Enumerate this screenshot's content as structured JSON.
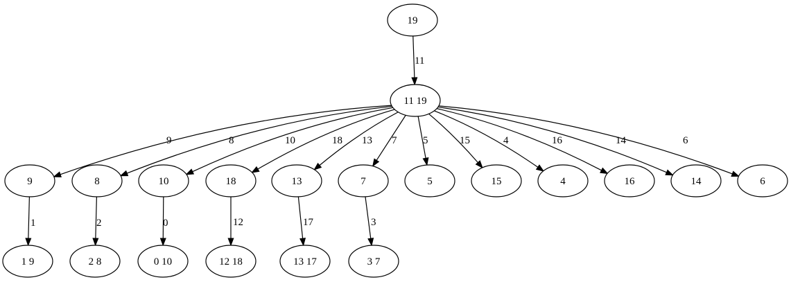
{
  "colors": {
    "background": "#ffffff",
    "stroke": "#000000",
    "text": "#000000"
  },
  "nodes": [
    {
      "id": "n19",
      "label": "19"
    },
    {
      "id": "n1119",
      "label": "11 19"
    },
    {
      "id": "n9",
      "label": "9"
    },
    {
      "id": "n8",
      "label": "8"
    },
    {
      "id": "n10",
      "label": "10"
    },
    {
      "id": "n18",
      "label": "18"
    },
    {
      "id": "n13",
      "label": "13"
    },
    {
      "id": "n7",
      "label": "7"
    },
    {
      "id": "n5",
      "label": "5"
    },
    {
      "id": "n15",
      "label": "15"
    },
    {
      "id": "n4",
      "label": "4"
    },
    {
      "id": "n16",
      "label": "16"
    },
    {
      "id": "n14",
      "label": "14"
    },
    {
      "id": "n6",
      "label": "6"
    },
    {
      "id": "n19b",
      "label": "1 9"
    },
    {
      "id": "n28",
      "label": "2 8"
    },
    {
      "id": "n010",
      "label": "0 10"
    },
    {
      "id": "n1218",
      "label": "12 18"
    },
    {
      "id": "n1317",
      "label": "13 17"
    },
    {
      "id": "n37",
      "label": "3 7"
    }
  ],
  "edges": [
    {
      "from": "n19",
      "to": "n1119",
      "label": "11"
    },
    {
      "from": "n1119",
      "to": "n9",
      "label": "9"
    },
    {
      "from": "n1119",
      "to": "n8",
      "label": "8"
    },
    {
      "from": "n1119",
      "to": "n10",
      "label": "10"
    },
    {
      "from": "n1119",
      "to": "n18",
      "label": "18"
    },
    {
      "from": "n1119",
      "to": "n13",
      "label": "13"
    },
    {
      "from": "n1119",
      "to": "n7",
      "label": "7"
    },
    {
      "from": "n1119",
      "to": "n5",
      "label": "5"
    },
    {
      "from": "n1119",
      "to": "n15",
      "label": "15"
    },
    {
      "from": "n1119",
      "to": "n4",
      "label": "4"
    },
    {
      "from": "n1119",
      "to": "n16",
      "label": "16"
    },
    {
      "from": "n1119",
      "to": "n14",
      "label": "14"
    },
    {
      "from": "n1119",
      "to": "n6",
      "label": "6"
    },
    {
      "from": "n9",
      "to": "n19b",
      "label": "1"
    },
    {
      "from": "n8",
      "to": "n28",
      "label": "2"
    },
    {
      "from": "n10",
      "to": "n010",
      "label": "0"
    },
    {
      "from": "n18",
      "to": "n1218",
      "label": "12"
    },
    {
      "from": "n13",
      "to": "n1317",
      "label": "17"
    },
    {
      "from": "n7",
      "to": "n37",
      "label": "3"
    }
  ]
}
